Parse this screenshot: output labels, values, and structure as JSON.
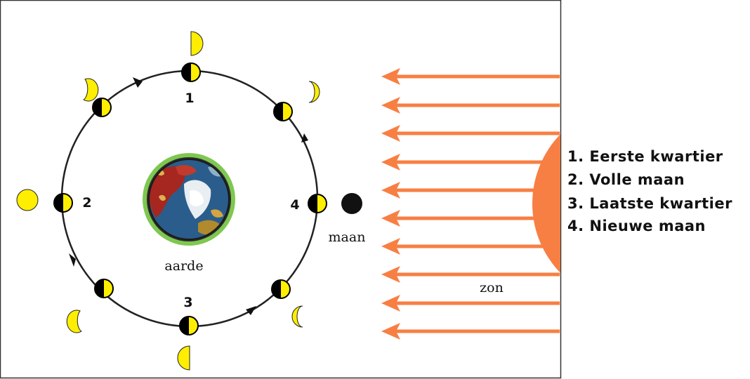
{
  "labels": {
    "earth": "aarde",
    "moon": "maan",
    "sun": "zon"
  },
  "orbit_numbers": [
    "1",
    "2",
    "3",
    "4"
  ],
  "legend": [
    "1. Eerste kwartier",
    "2. Volle maan",
    "3. Laatste kwartier",
    "4. Nieuwe maan"
  ],
  "colors": {
    "sun": "#f77f43",
    "sunlight_arrows": "#f77f43",
    "moon_lit": "#ffee00",
    "moon_dark": "#000000",
    "orbit": "#222222",
    "earth_ocean": "#2a5d8c",
    "earth_land": "#a5271f",
    "earth_rim": "#7ec850"
  },
  "icons": {
    "earth": "earth-globe-icon",
    "moon_phase": "half-lit-moon-icon",
    "sunlight": "left-arrow-icon"
  }
}
